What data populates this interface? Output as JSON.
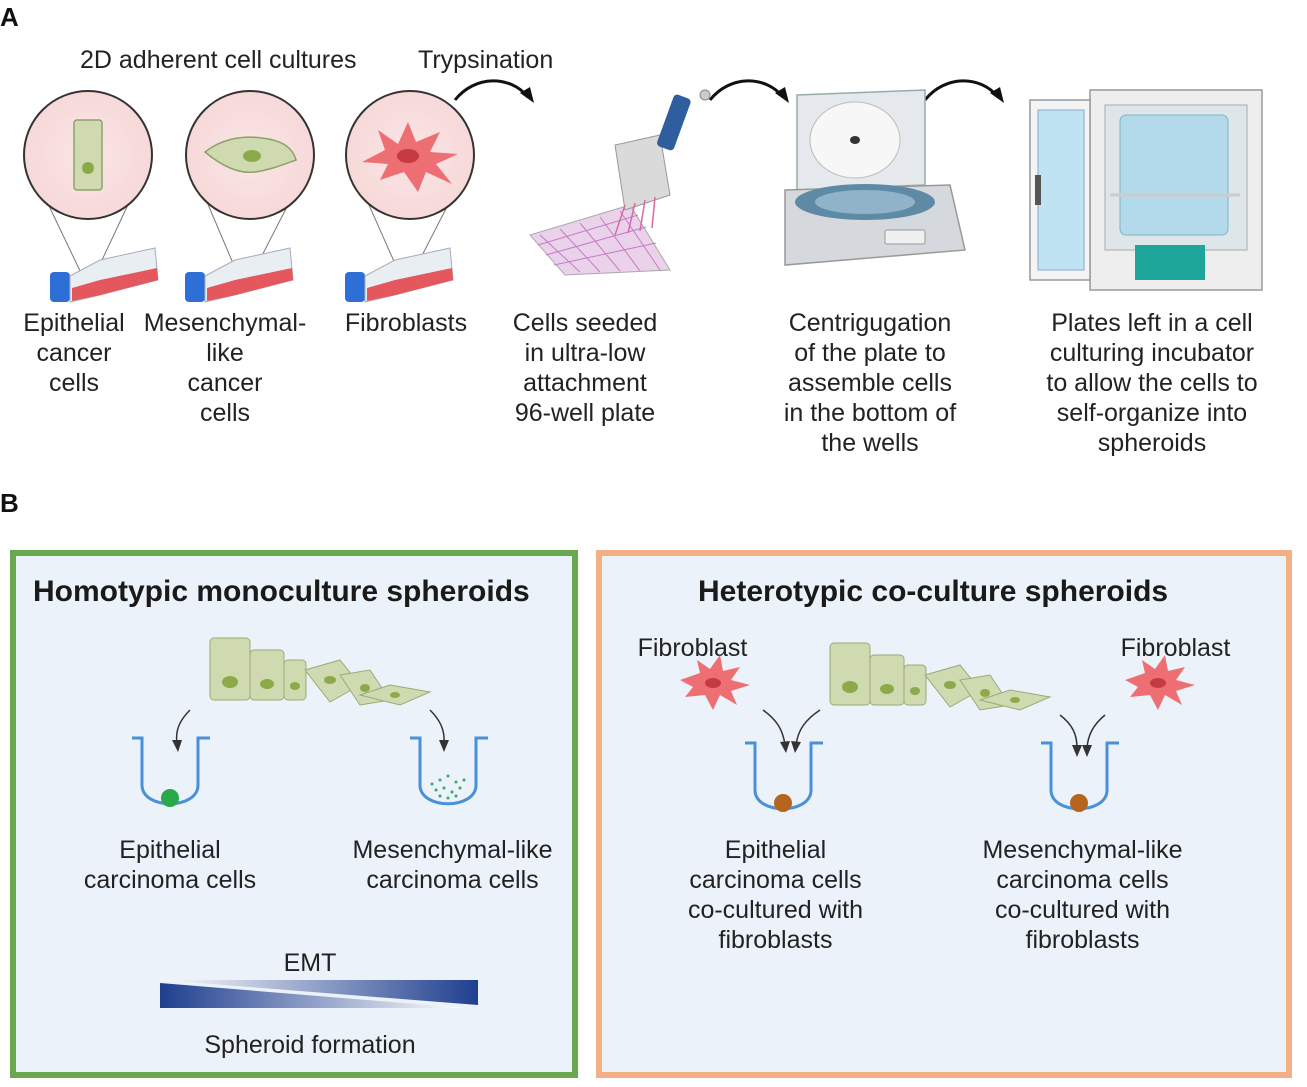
{
  "panel_a": {
    "letter": "A",
    "header_cultures": "2D adherent cell cultures",
    "header_trypsination": "Trypsination",
    "cell_types": [
      {
        "label": "Epithelial\ncancer\ncells"
      },
      {
        "label": "Mesenchymal-\nlike\ncancer\ncells"
      },
      {
        "label": "Fibroblasts"
      }
    ],
    "steps": [
      {
        "label": "Cells seeded\nin ultra-low\nattachment\n96-well plate"
      },
      {
        "label": "Centrigugation\nof the plate to\nassemble cells\nin the bottom of\nthe wells"
      },
      {
        "label": "Plates left in a cell\nculturing incubator\nto allow the cells to\nself-organize into\nspheroids"
      }
    ]
  },
  "panel_b": {
    "letter": "B",
    "homotypic": {
      "title": "Homotypic monoculture spheroids",
      "left_label": "Epithelial\ncarcinoma cells",
      "right_label": "Mesenchymal-like\ncarcinoma cells",
      "emt_label": "EMT",
      "spheroid_label": "Spheroid formation",
      "border_color": "#6aa84f"
    },
    "heterotypic": {
      "title": "Heterotypic co-culture spheroids",
      "fibroblast_left": "Fibroblast",
      "fibroblast_right": "Fibroblast",
      "left_label": "Epithelial\ncarcinoma cells\nco-cultured with\nfibroblasts",
      "right_label": "Mesenchymal-like\ncarcinoma cells\nco-cultured with\nfibroblasts",
      "border_color": "#f2b084"
    }
  }
}
